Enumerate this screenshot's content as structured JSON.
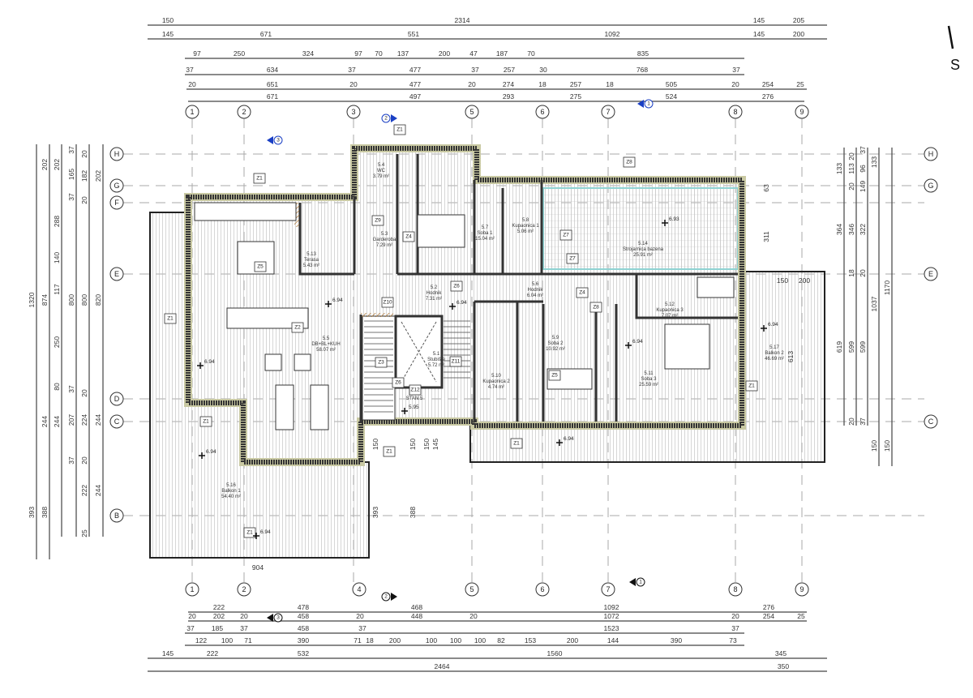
{
  "plan": {
    "north_label": "S",
    "apartment_label": "STAN 5",
    "rooms": [
      {
        "num": "5.1",
        "name": "Stubište",
        "area": "5.72 m²"
      },
      {
        "num": "5.2",
        "name": "Hodnik",
        "area": "7.31 m²"
      },
      {
        "num": "5.3",
        "name": "Garderoba",
        "area": "7.29 m²"
      },
      {
        "num": "5.4",
        "name": "WC",
        "area": "3.79 m²"
      },
      {
        "num": "5.5",
        "name": "DB+BL+KUH",
        "area": "58.07 m²"
      },
      {
        "num": "5.6",
        "name": "Hodnik",
        "area": "6.04 m²"
      },
      {
        "num": "5.7",
        "name": "Soba 1",
        "area": "15.04 m²"
      },
      {
        "num": "5.8",
        "name": "Kupaonica 1",
        "area": "5.06 m²"
      },
      {
        "num": "5.9",
        "name": "Soba 2",
        "area": "10.92 m²"
      },
      {
        "num": "5.10",
        "name": "Kupaonica 2",
        "area": "4.74 m²"
      },
      {
        "num": "5.11",
        "name": "Soba 3",
        "area": "25.59 m²"
      },
      {
        "num": "5.12",
        "name": "Kupaonica 3",
        "area": "7.07 m²"
      },
      {
        "num": "5.13",
        "name": "Terasa",
        "area": "5.43 m²"
      },
      {
        "num": "5.14",
        "name": "Strojarnica bazena",
        "area": "25.91 m²"
      },
      {
        "num": "5.16",
        "name": "Balkon 1",
        "area": "54.40 m²"
      },
      {
        "num": "5.17",
        "name": "Balkon 2",
        "area": "46.69 m²"
      }
    ],
    "levels": [
      "6.94",
      "6.94",
      "6.94",
      "6.94",
      "6.94",
      "6.94",
      "6.94",
      "6.94",
      "6.93",
      "5.95"
    ],
    "tags": [
      "Z1",
      "Z1",
      "Z1",
      "Z1",
      "Z1",
      "Z1",
      "Z1",
      "Z1",
      "Z5",
      "Z9",
      "Z4",
      "Z6",
      "Z10",
      "Z11",
      "Z6",
      "Z12",
      "Z8",
      "Z7",
      "Z7",
      "Z4",
      "Z5",
      "Z8",
      "Z3",
      "Z2"
    ],
    "grid_columns_top": [
      "1",
      "2",
      "3",
      "5",
      "6",
      "7",
      "8",
      "9"
    ],
    "grid_columns_bottom": [
      "1",
      "2",
      "4",
      "5",
      "6",
      "7",
      "8",
      "9"
    ],
    "grid_rows_left": [
      "H",
      "G",
      "F",
      "E",
      "D",
      "C",
      "B"
    ],
    "grid_rows_right": [
      "H",
      "G",
      "E",
      "C"
    ],
    "section_marks": [
      "3",
      "2",
      "1",
      "2",
      "3",
      "1"
    ]
  },
  "dims": {
    "top": [
      [
        "150",
        "2314",
        "145",
        "205"
      ],
      [
        "145",
        "671",
        "551",
        "1092",
        "145",
        "200"
      ],
      [
        "97",
        "250",
        "324",
        "97",
        "70",
        "137",
        "200",
        "47",
        "187",
        "70",
        "835"
      ],
      [
        "37",
        "634",
        "37",
        "477",
        "37",
        "257",
        "30",
        "768",
        "37"
      ],
      [
        "20",
        "651",
        "20",
        "477",
        "20",
        "274",
        "18",
        "257",
        "18",
        "505",
        "20",
        "254",
        "25"
      ],
      [
        "671",
        "497",
        "293",
        "275",
        "524",
        "276"
      ]
    ],
    "bottom": [
      [
        "222",
        "478",
        "468",
        "1092",
        "276"
      ],
      [
        "20",
        "202",
        "20",
        "458",
        "20",
        "448",
        "20",
        "1072",
        "20",
        "254",
        "25"
      ],
      [
        "37",
        "185",
        "37",
        "458",
        "37",
        "1523",
        "37"
      ],
      [
        "122",
        "100",
        "71",
        "390",
        "71",
        "18",
        "200",
        "100",
        "100",
        "100",
        "82",
        "153",
        "200",
        "144",
        "390",
        "73"
      ],
      [
        "145",
        "222",
        "532",
        "1560",
        "345"
      ],
      [
        "2464",
        "350"
      ]
    ],
    "left": [
      [
        "1320",
        "393"
      ],
      [
        "202",
        "874",
        "244",
        "388"
      ],
      [
        "202",
        "288",
        "140",
        "117",
        "250",
        "80",
        "244"
      ],
      [
        "37",
        "165",
        "37",
        "800",
        "37",
        "207",
        "37"
      ],
      [
        "20",
        "182",
        "20",
        "800",
        "20",
        "224",
        "20",
        "222",
        "25"
      ],
      [
        "202",
        "820",
        "244",
        "244"
      ]
    ],
    "right": [
      [
        "133",
        "364",
        "619"
      ],
      [
        "20",
        "113",
        "20",
        "346",
        "18",
        "599",
        "20"
      ],
      [
        "37",
        "96",
        "149",
        "322",
        "20",
        "599",
        "37"
      ],
      [
        "133",
        "1037",
        "150"
      ],
      [
        "1170",
        "150"
      ]
    ],
    "inner": [
      "63",
      "311",
      "150",
      "200",
      "613",
      "150",
      "150",
      "150",
      "145",
      "393",
      "388",
      "904"
    ]
  },
  "colors": {
    "wall": "#333333",
    "wall_insulation": "#c9c9a3",
    "pool_border": "#8fd3d3",
    "section_marker": "#1a3fc4"
  }
}
